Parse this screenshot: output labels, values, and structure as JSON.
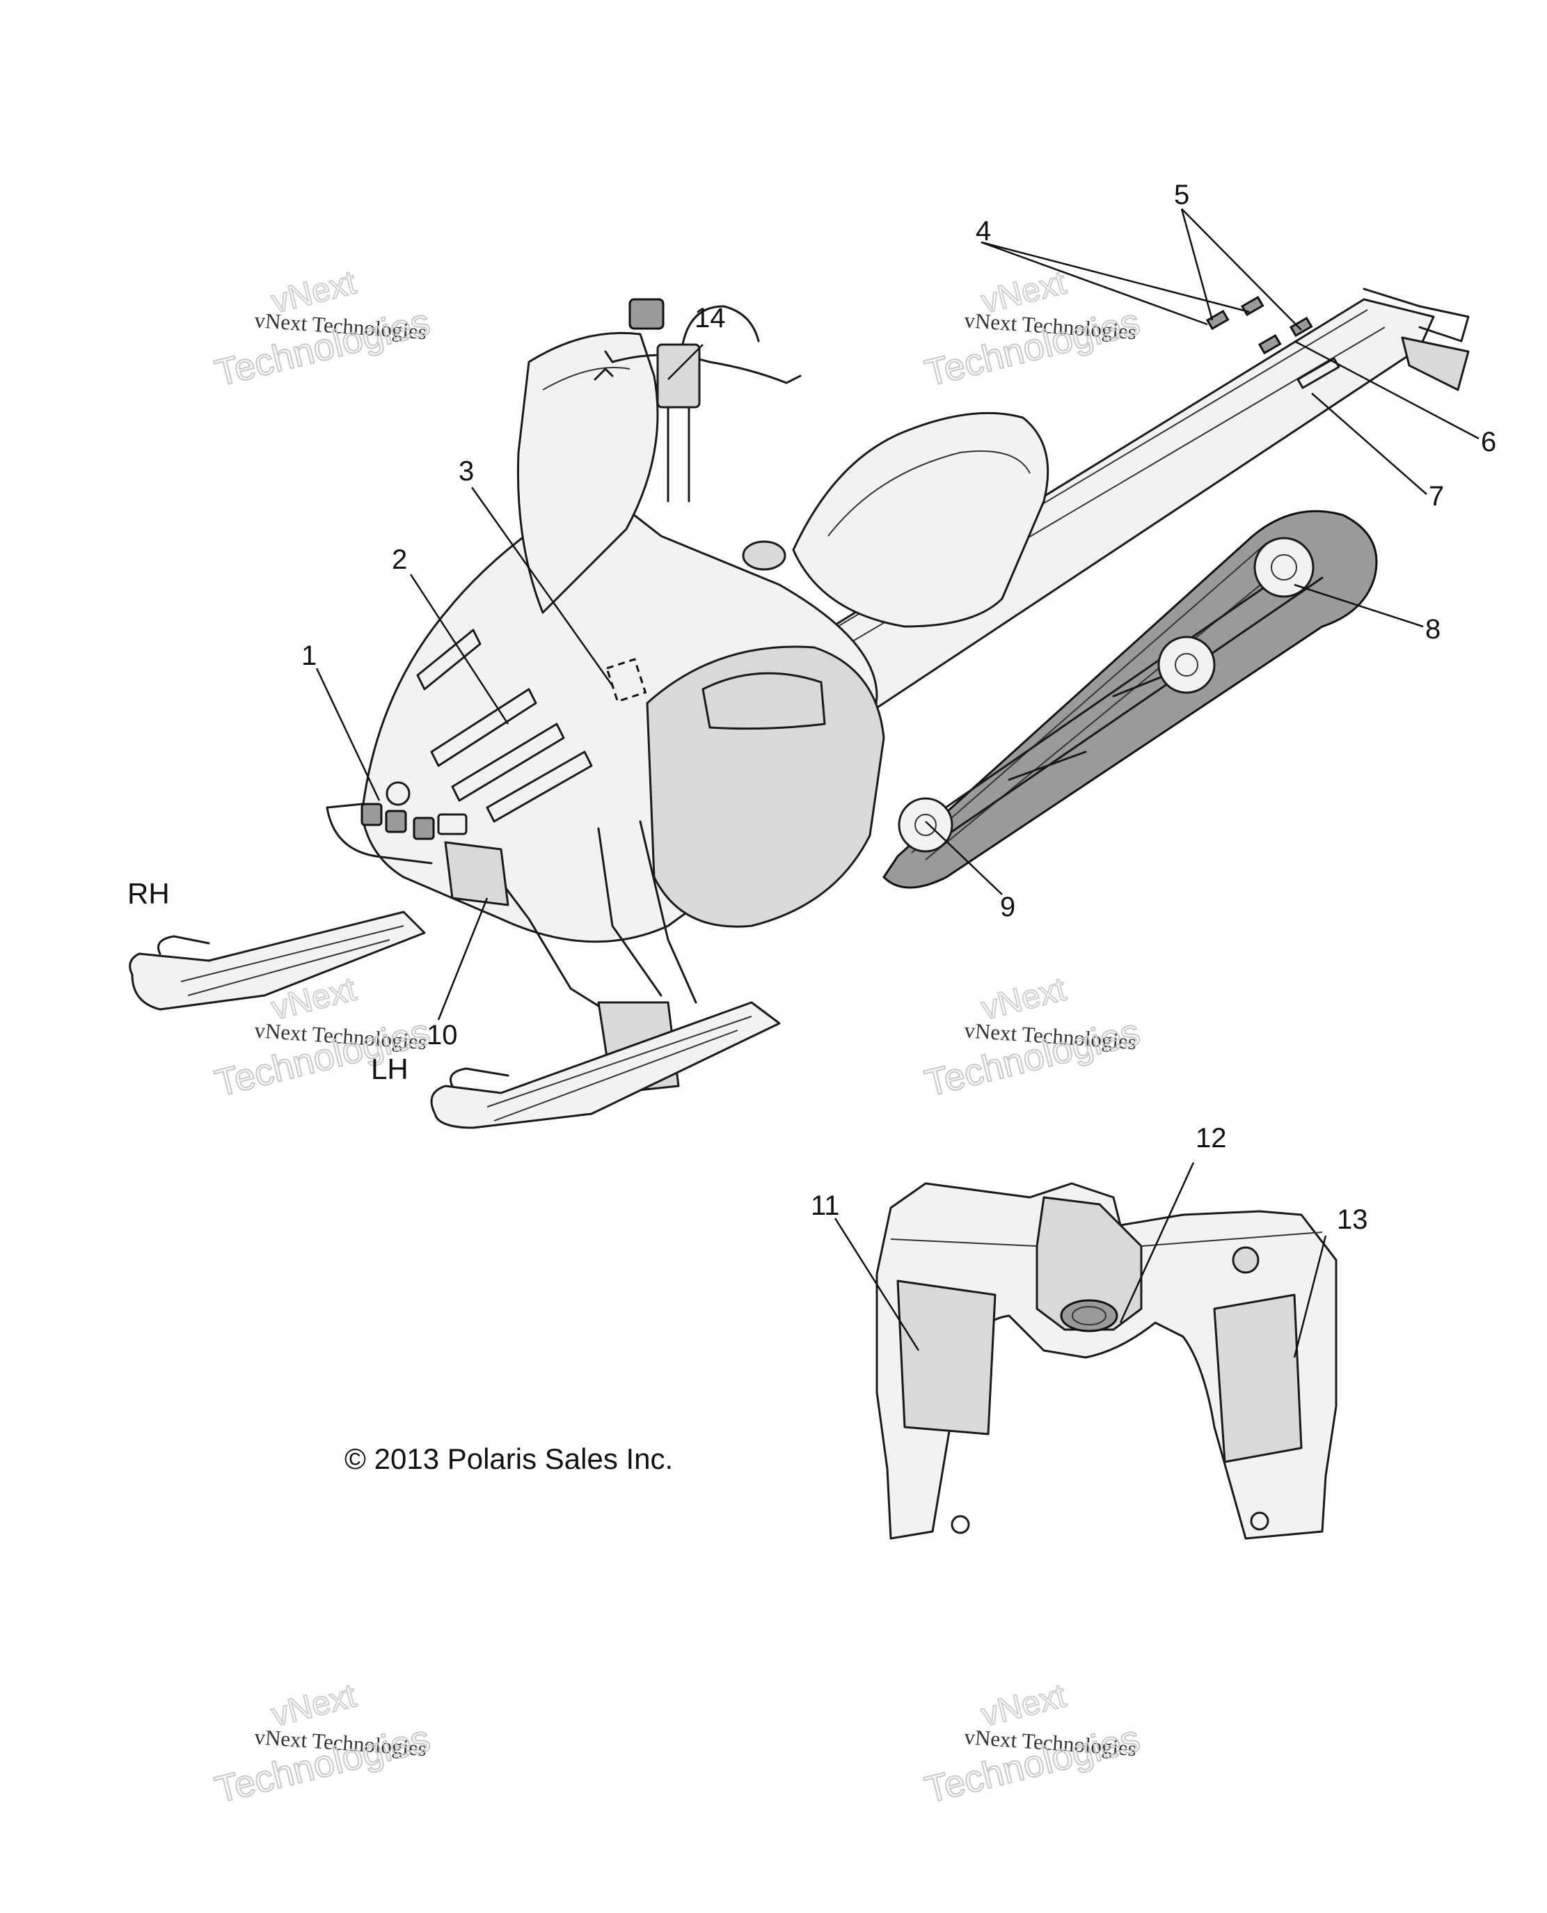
{
  "callouts": [
    {
      "id": "1",
      "label": "1"
    },
    {
      "id": "2",
      "label": "2"
    },
    {
      "id": "3",
      "label": "3"
    },
    {
      "id": "4",
      "label": "4"
    },
    {
      "id": "5",
      "label": "5"
    },
    {
      "id": "6",
      "label": "6"
    },
    {
      "id": "7",
      "label": "7"
    },
    {
      "id": "8",
      "label": "8"
    },
    {
      "id": "9",
      "label": "9"
    },
    {
      "id": "10",
      "label": "10"
    },
    {
      "id": "11",
      "label": "11"
    },
    {
      "id": "12",
      "label": "12"
    },
    {
      "id": "13",
      "label": "13"
    },
    {
      "id": "14",
      "label": "14"
    }
  ],
  "side_labels": {
    "right": "RH",
    "left": "LH"
  },
  "copyright": "© 2013 Polaris Sales Inc.",
  "watermark": {
    "line1": "vNext",
    "line2": "vNext Technologies",
    "line3": "Technologies"
  }
}
